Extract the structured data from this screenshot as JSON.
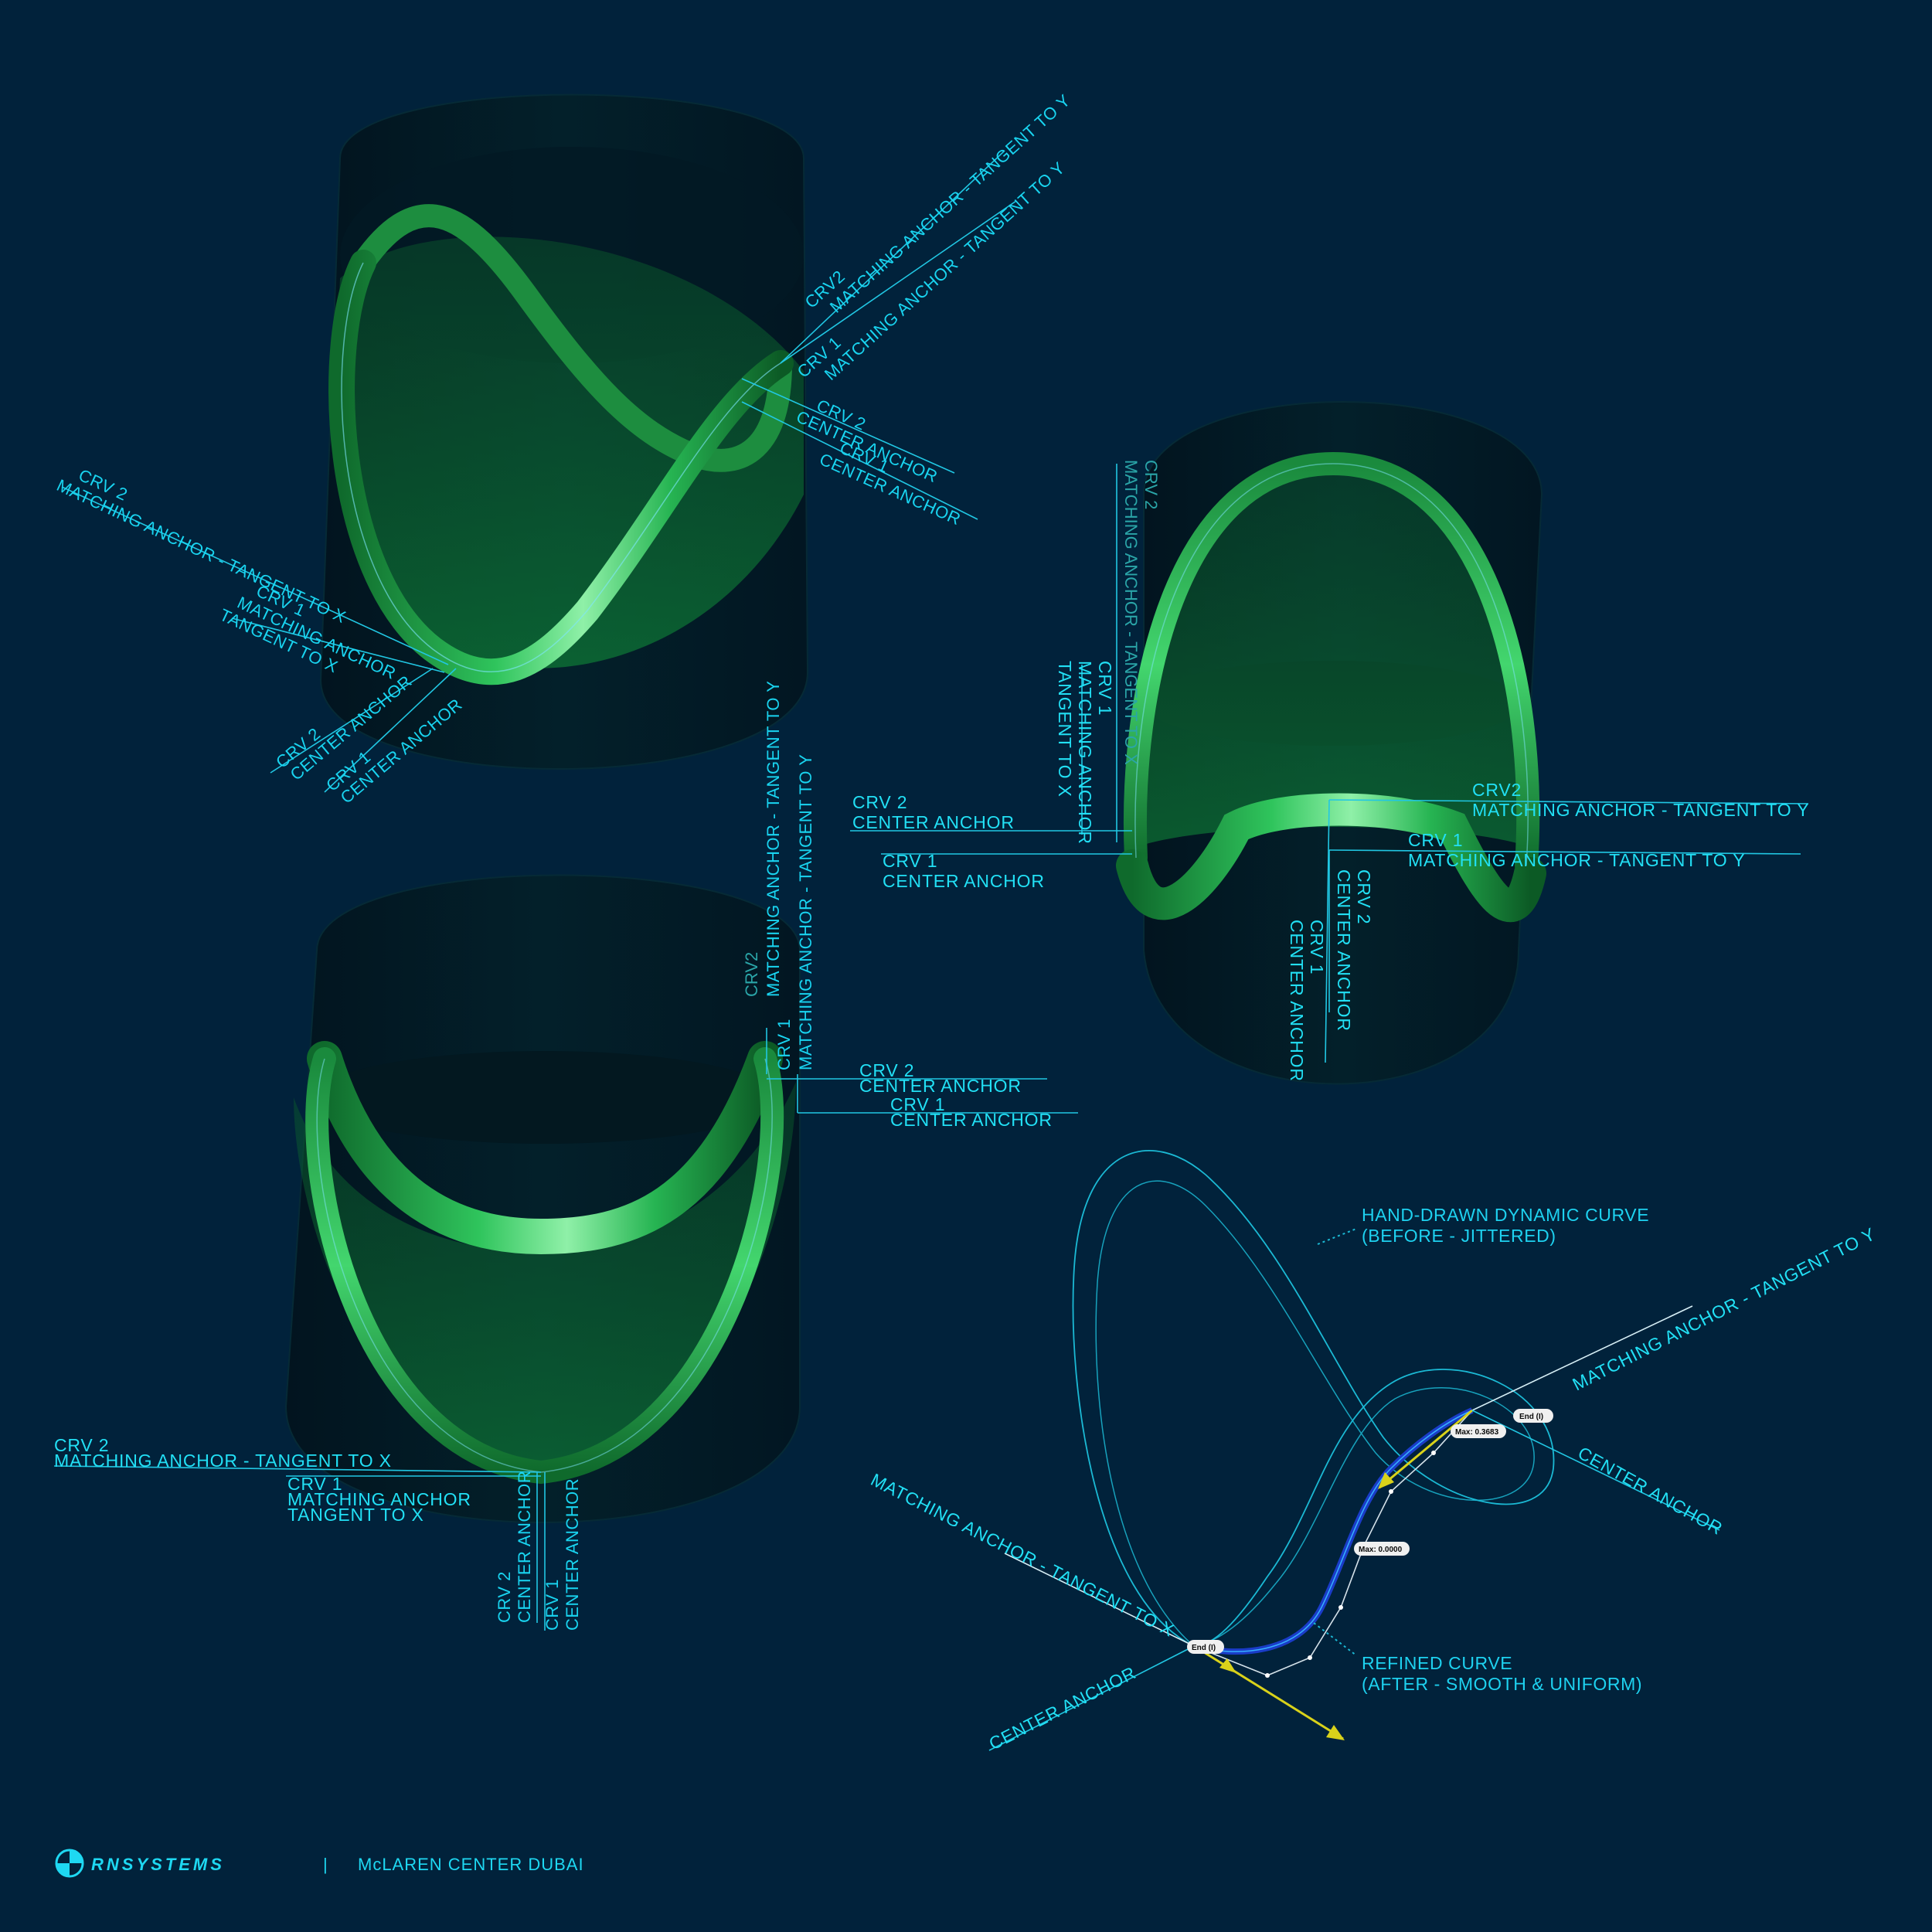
{
  "labels": {
    "tl": {
      "crv2_match": [
        "CRV2",
        "MATCHING ANCHOR - TANGENT TO Y"
      ],
      "crv1_match": [
        "CRV 1",
        "MATCHING ANCHOR - TANGENT TO Y"
      ],
      "crv2_center": [
        "CRV 2",
        "CENTER ANCHOR"
      ],
      "crv1_center": [
        "CRV 1",
        "CENTER ANCHOR"
      ],
      "left_crv2_match": [
        "CRV 2",
        "MATCHING ANCHOR - TANGENT TO X"
      ],
      "left_crv1_match": [
        "CRV 1",
        "MATCHING ANCHOR",
        "TANGENT TO X"
      ],
      "bot_crv2_center": [
        "CRV 2",
        "CENTER ANCHOR"
      ],
      "bot_crv1_center": [
        "CRV 1",
        "CENTER ANCHOR"
      ]
    },
    "tr": {
      "crv2_match_v": [
        "CRV 2",
        "MATCHING ANCHOR - TANGENT TO X"
      ],
      "crv1_match_v": [
        "CRV 1",
        "MATCHING ANCHOR",
        "TANGENT TO X"
      ],
      "crv2_center": [
        "CRV 2",
        "CENTER ANCHOR"
      ],
      "crv1_center": [
        "CRV 1",
        "CENTER ANCHOR"
      ],
      "crv2_match_h": [
        "CRV2",
        "MATCHING ANCHOR - TANGENT TO Y"
      ],
      "crv1_match_h": [
        "CRV 1",
        "MATCHING ANCHOR - TANGENT TO Y"
      ],
      "bot_crv2_center": [
        "CRV 2",
        "CENTER ANCHOR"
      ],
      "bot_crv1_center": [
        "CRV 1",
        "CENTER ANCHOR"
      ]
    },
    "bl": {
      "crv2_match_v": [
        "CRV2",
        "MATCHING ANCHOR - TANGENT TO Y"
      ],
      "crv1_match_v": [
        "CRV 1",
        "MATCHING ANCHOR - TANGENT TO Y"
      ],
      "crv2_center": [
        "CRV 2",
        "CENTER ANCHOR"
      ],
      "crv1_center": [
        "CRV 1",
        "CENTER ANCHOR"
      ],
      "crv2_match_h": [
        "CRV 2",
        "MATCHING ANCHOR - TANGENT TO X"
      ],
      "crv1_match_h": [
        "CRV 1",
        "MATCHING ANCHOR",
        "TANGENT TO X"
      ],
      "bot_crv2_center": [
        "CRV 2",
        "CENTER ANCHOR"
      ],
      "bot_crv1_center": [
        "CRV 1",
        "CENTER ANCHOR"
      ]
    },
    "br": {
      "hand_drawn": [
        "HAND-DRAWN DYNAMIC CURVE",
        "(BEFORE - JITTERED)"
      ],
      "refined": [
        "REFINED CURVE",
        "(AFTER - SMOOTH & UNIFORM)"
      ],
      "match_y": "MATCHING ANCHOR - TANGENT TO Y",
      "center_right": "CENTER ANCHOR",
      "match_x": "MATCHING ANCHOR - TANGENT TO X",
      "center_left": "CENTER ANCHOR",
      "tag_end_top": "End (I)",
      "tag_max_top": "Max: 0.3683",
      "tag_max_mid": "Max: 0.0000",
      "tag_end_bottom": "End (I)"
    }
  },
  "footer": {
    "logo_text": "RNSYSTEMS",
    "separator": "|",
    "project": "McLAREN CENTER DUBAI"
  },
  "colors": {
    "background": "#01223b",
    "label_cyan": "#19d4f0",
    "ribbon_green": "#1fa84a",
    "tangent_yellow": "#d9d21a",
    "curvature_blue": "#1a3cc8"
  }
}
